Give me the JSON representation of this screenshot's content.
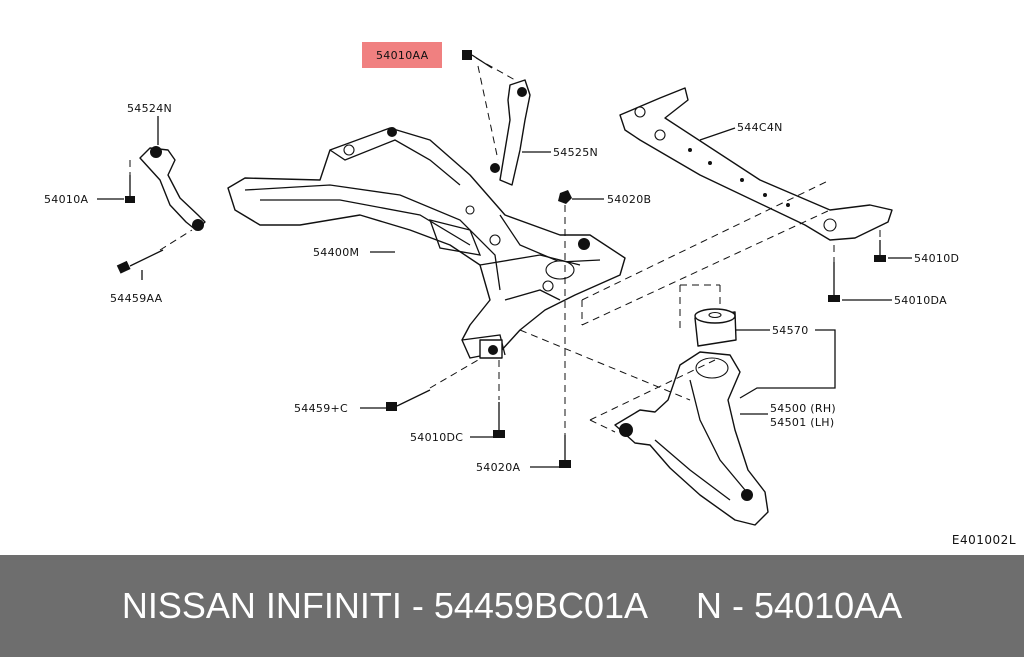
{
  "diagram": {
    "code": "E401002L",
    "highlight_color": "#f08080",
    "labels": [
      {
        "id": "54010AA-top",
        "text": "54010AA",
        "highlighted": true
      },
      {
        "id": "54524N",
        "text": "54524N",
        "highlighted": false
      },
      {
        "id": "54010A",
        "text": "54010A",
        "highlighted": false
      },
      {
        "id": "54459AA",
        "text": "54459AA",
        "highlighted": false
      },
      {
        "id": "54525N",
        "text": "54525N",
        "highlighted": false
      },
      {
        "id": "54020B",
        "text": "54020B",
        "highlighted": false
      },
      {
        "id": "54400M",
        "text": "54400M",
        "highlighted": false
      },
      {
        "id": "544C4N",
        "text": "544C4N",
        "highlighted": false
      },
      {
        "id": "54010D",
        "text": "54010D",
        "highlighted": false
      },
      {
        "id": "54010DA",
        "text": "54010DA",
        "highlighted": false
      },
      {
        "id": "54570",
        "text": "54570",
        "highlighted": false
      },
      {
        "id": "54500",
        "text": "54500 (RH)",
        "highlighted": false
      },
      {
        "id": "54501",
        "text": "54501 (LH)",
        "highlighted": false
      },
      {
        "id": "54459C",
        "text": "54459+C",
        "highlighted": false
      },
      {
        "id": "54010DC",
        "text": "54010DC",
        "highlighted": false
      },
      {
        "id": "54020A",
        "text": "54020A",
        "highlighted": false
      }
    ]
  },
  "footer": {
    "text": "NISSAN INFINITI - 54459BC01A     N - 54010AA",
    "background": "#6e6e6e"
  }
}
